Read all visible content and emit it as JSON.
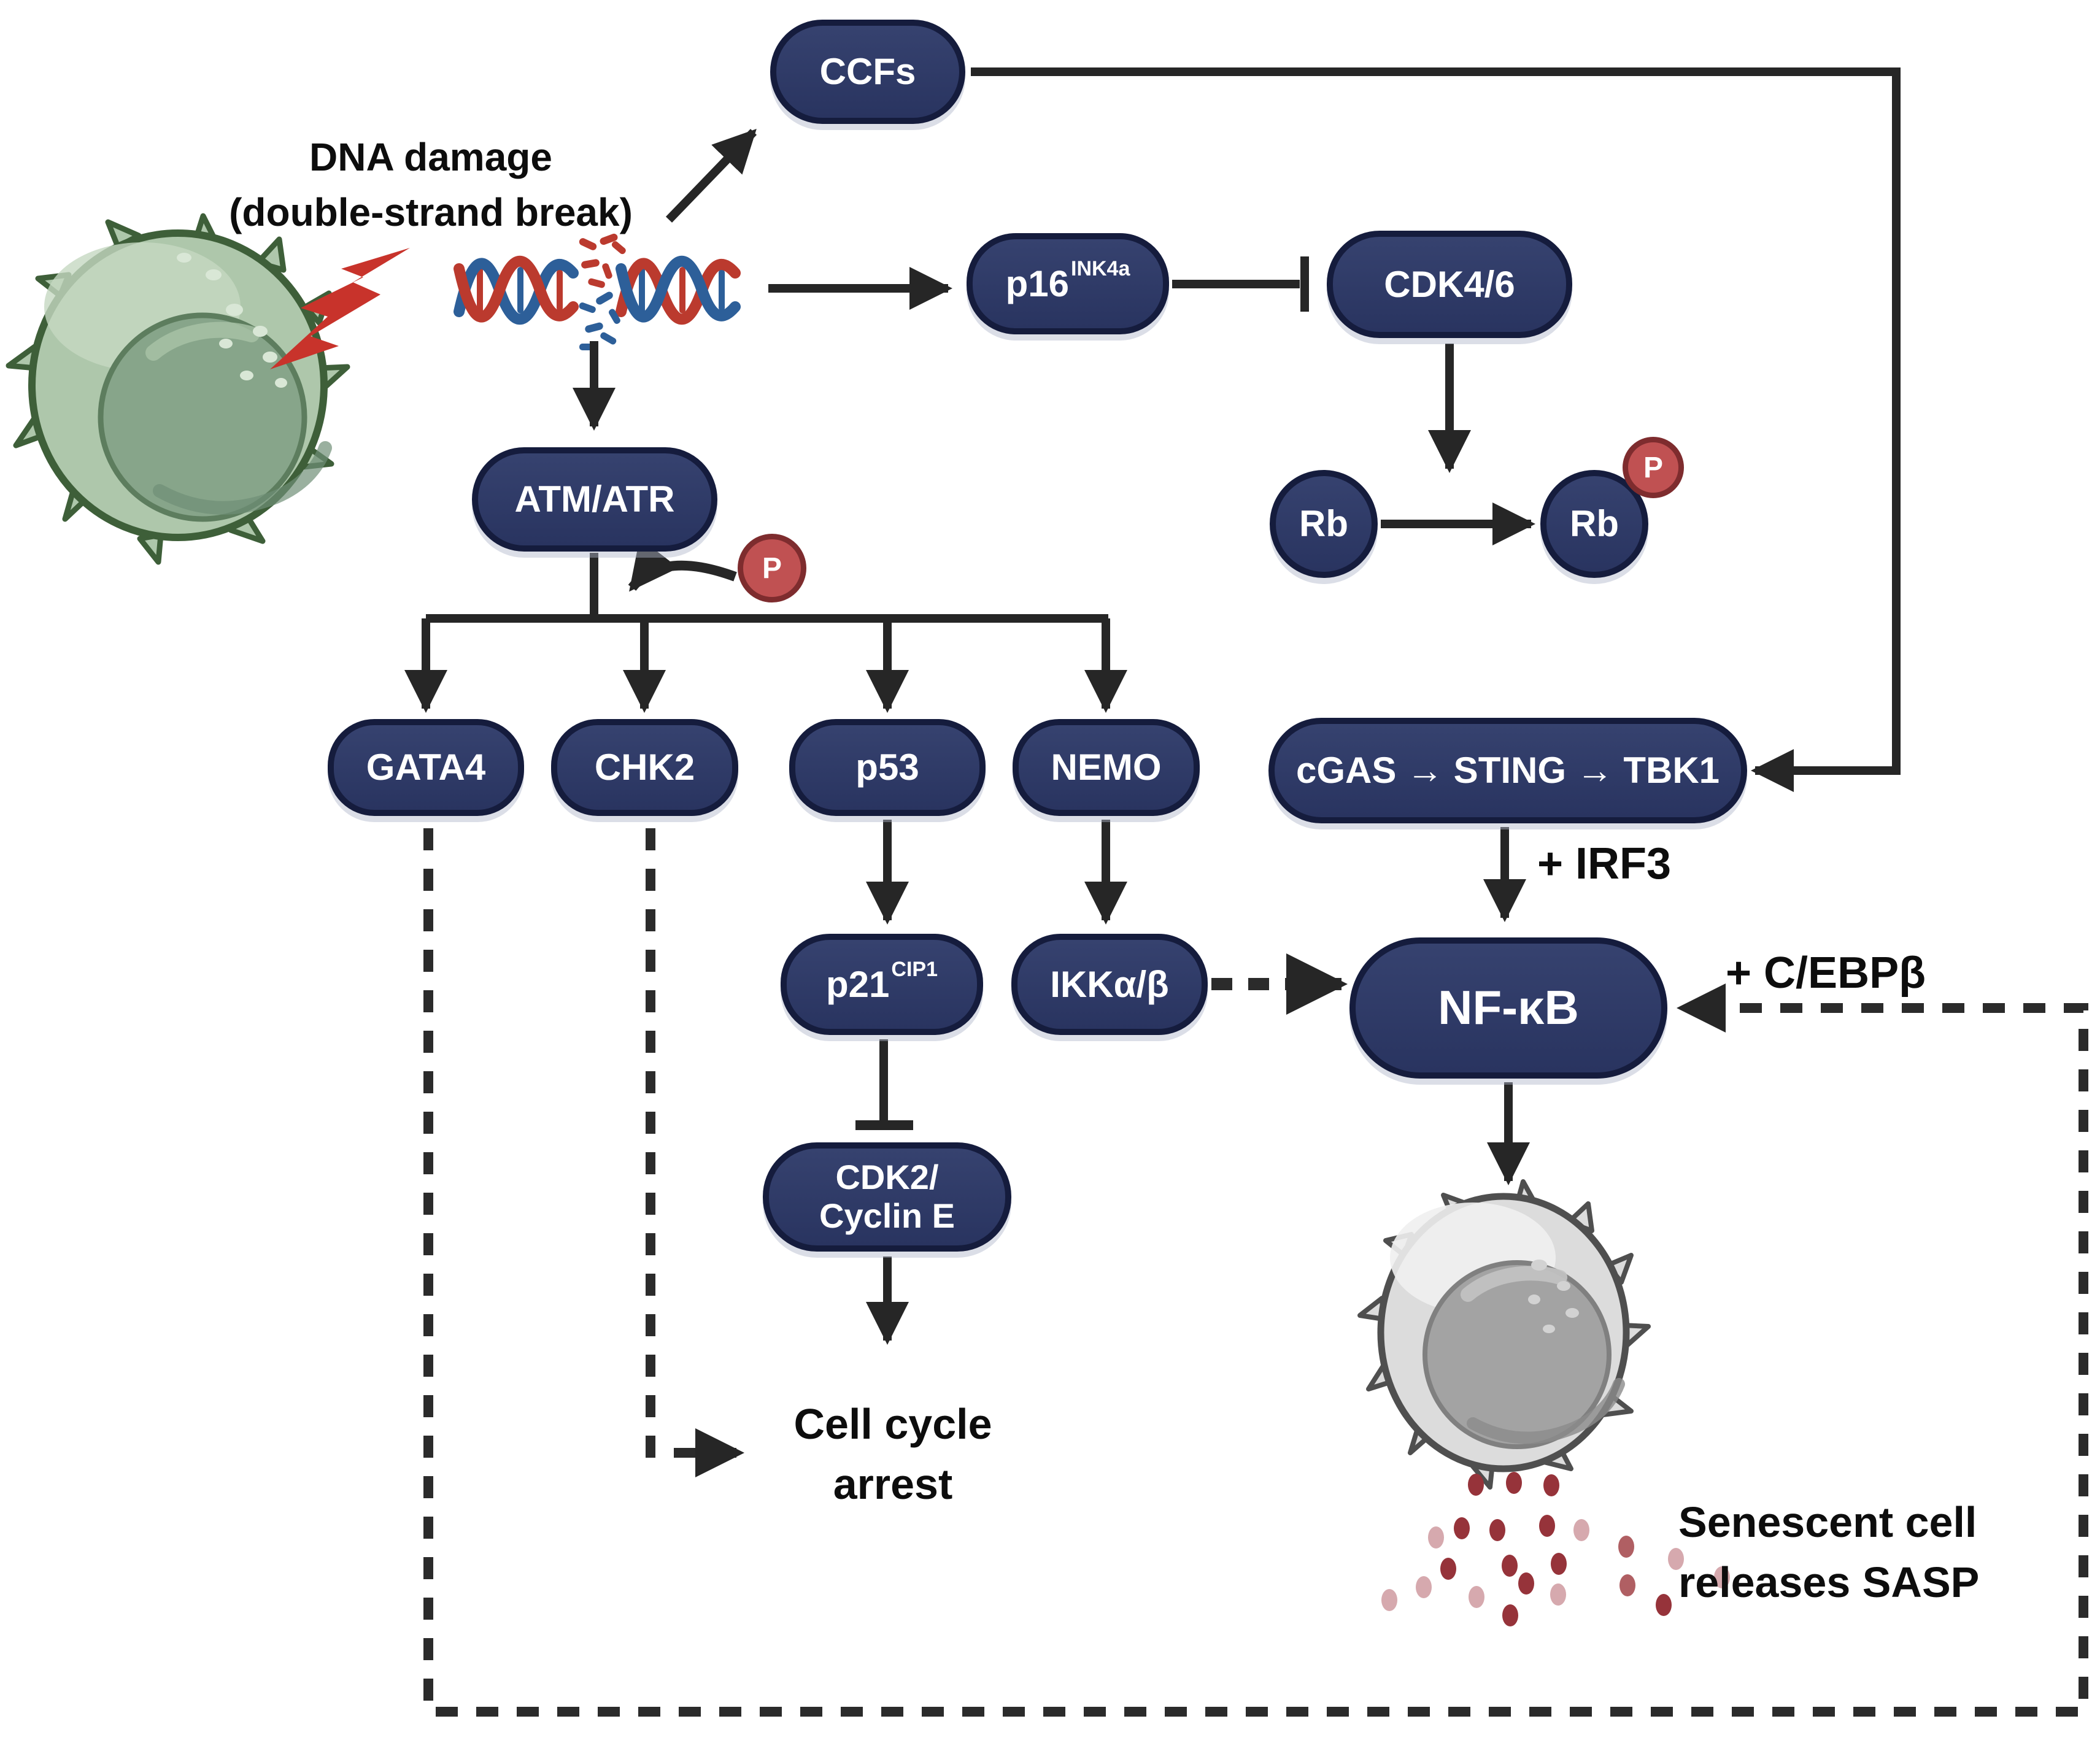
{
  "diagram": {
    "title": {
      "line1": "DNA damage",
      "line2": "(double-strand break)"
    },
    "nodes": {
      "ccfs": {
        "label": "CCFs"
      },
      "p16": {
        "label": "p16",
        "sup": "INK4a"
      },
      "cdk46": {
        "label": "CDK4/6"
      },
      "rb": {
        "label": "Rb"
      },
      "rb_phospho": {
        "label": "Rb",
        "badge": "P"
      },
      "atm_atr": {
        "label": "ATM/ATR",
        "badge": "P"
      },
      "gata4": {
        "label": "GATA4"
      },
      "chk2": {
        "label": "CHK2"
      },
      "p53": {
        "label": "p53"
      },
      "nemo": {
        "label": "NEMO"
      },
      "cgas_sting_tbk1": {
        "label": "cGAS → STING → TBK1"
      },
      "p21": {
        "label": "p21",
        "sup": "CIP1"
      },
      "ikk": {
        "label": "IKKα/β"
      },
      "nfkb": {
        "label": "NF-κB"
      },
      "cdk2_cyclin_e": {
        "line1": "CDK2/",
        "line2": "Cyclin E"
      }
    },
    "annotations": {
      "irf3": "+ IRF3",
      "cebpb": "+ C/EBPβ",
      "cell_cycle_arrest": {
        "line1": "Cell cycle",
        "line2": "arrest"
      },
      "senescent": {
        "line1": "Senescent cell",
        "line2": "releases SASP"
      }
    },
    "colors": {
      "node_fill": "#2e3a66",
      "node_border": "#151c3d",
      "arrow": "#262626",
      "phospho_fill": "#c05152",
      "phospho_border": "#7e2c2e",
      "lightning_red": "#c8332b",
      "dna_blue": "#2d5f99",
      "dna_red": "#bb3a2e",
      "healthy_cell_green": "#aec7ab",
      "healthy_cell_outline": "#3e5f39",
      "senescent_cell_gray": "#dcdcdc",
      "sasp_dot_dark": "#96333a",
      "sasp_dot_light": "#d6a9ae"
    }
  }
}
